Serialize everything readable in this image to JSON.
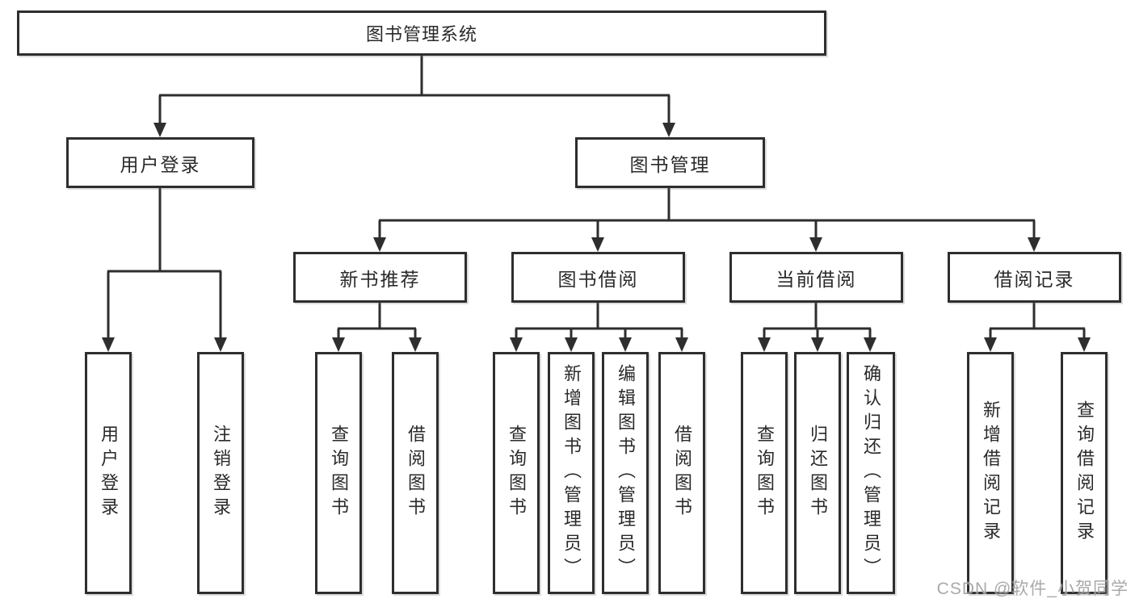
{
  "tree": {
    "label": "图书管理系统",
    "children": [
      {
        "label": "用户登录",
        "children": [
          {
            "label": "用户登录"
          },
          {
            "label": "注销登录"
          }
        ]
      },
      {
        "label": "图书管理",
        "children": [
          {
            "label": "新书推荐",
            "children": [
              {
                "label": "查询图书"
              },
              {
                "label": "借阅图书"
              }
            ]
          },
          {
            "label": "图书借阅",
            "children": [
              {
                "label": "查询图书"
              },
              {
                "label": "新增图书（管理员）"
              },
              {
                "label": "编辑图书（管理员）"
              },
              {
                "label": "借阅图书"
              }
            ]
          },
          {
            "label": "当前借阅",
            "children": [
              {
                "label": "查询图书"
              },
              {
                "label": "归还图书"
              },
              {
                "label": "确认归还（管理员）"
              }
            ]
          },
          {
            "label": "借阅记录",
            "children": [
              {
                "label": "新增借阅记录"
              },
              {
                "label": "查询借阅记录"
              }
            ]
          }
        ]
      }
    ]
  },
  "watermark": {
    "text": "CSDN @软件_小贺同学"
  },
  "colors": {
    "line": "#2e2e2e",
    "text": "#2a2a2a",
    "background": "#ffffff",
    "watermark": "#949494"
  }
}
